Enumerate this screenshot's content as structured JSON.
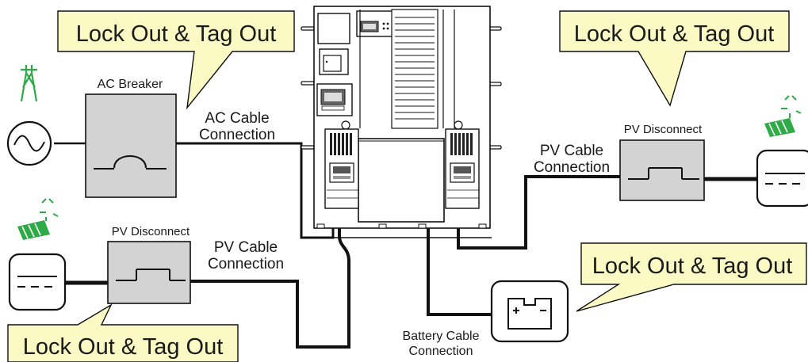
{
  "colors": {
    "callout_fill": "#fbf9c4",
    "box_fill": "#d3d3d3",
    "accent_green": "#2eaa47",
    "line": "#111111"
  },
  "callouts": {
    "top_left": "Lock Out & Tag Out",
    "top_right": "Lock Out & Tag Out",
    "mid_right": "Lock Out & Tag Out",
    "bottom_left": "Lock Out & Tag Out"
  },
  "labels": {
    "ac_breaker": "AC Breaker",
    "ac_cable_line1": "AC Cable",
    "ac_cable_line2": "Connection",
    "pv_disconnect_right": "PV Disconnect",
    "pv_disconnect_left": "PV Disconnect",
    "pv_cable_right_line1": "PV Cable",
    "pv_cable_right_line2": "Connection",
    "pv_cable_left_line1": "PV Cable",
    "pv_cable_left_line2": "Connection",
    "battery_cable_line1": "Battery Cable",
    "battery_cable_line2": "Connection"
  },
  "icons": [
    "utility-tower-icon",
    "ac-source-icon",
    "solar-panel-icon",
    "pv-array-icon",
    "battery-icon",
    "breaker-switch-icon",
    "disconnect-switch-icon",
    "charge-controller-icon",
    "inverter-icon"
  ]
}
